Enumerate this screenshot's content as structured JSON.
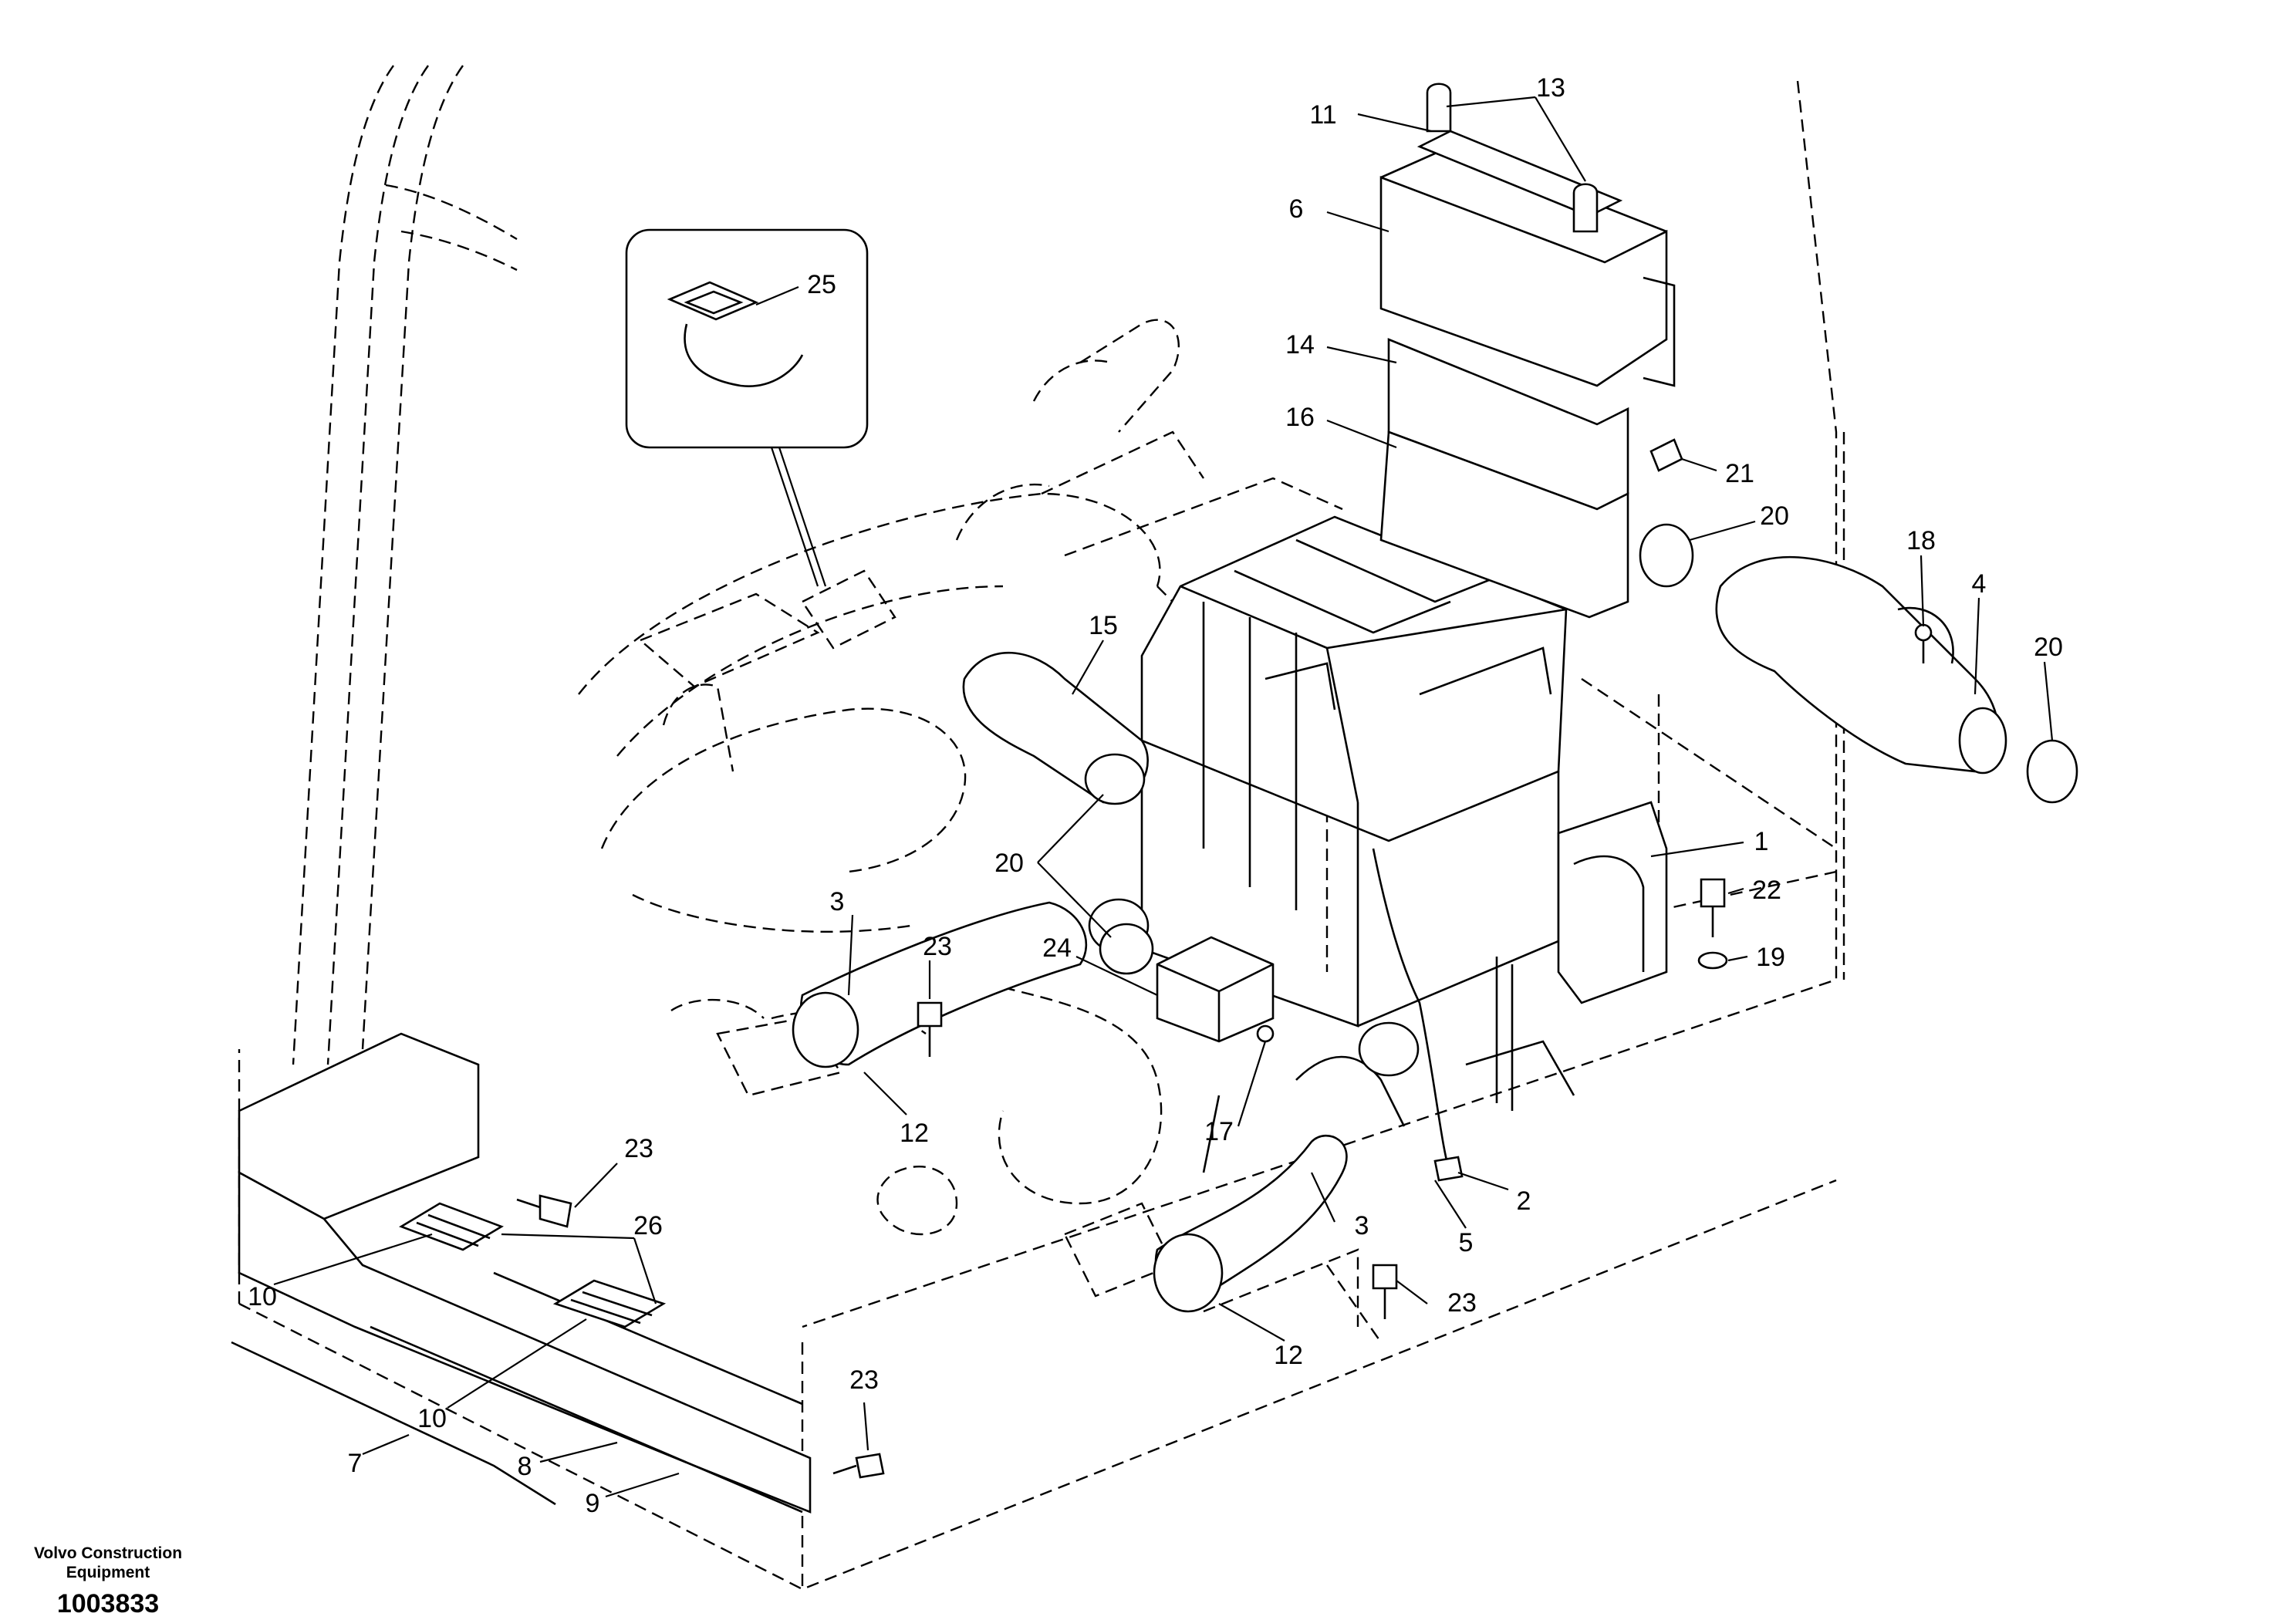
{
  "diagram": {
    "part_numbers": [
      "1",
      "2",
      "3",
      "4",
      "5",
      "6",
      "7",
      "8",
      "9",
      "10",
      "11",
      "12",
      "13",
      "14",
      "15",
      "16",
      "17",
      "18",
      "19",
      "20",
      "21",
      "22",
      "23",
      "24",
      "25",
      "26"
    ],
    "callouts": [
      {
        "id": "c1",
        "text": "1"
      },
      {
        "id": "c2",
        "text": "2"
      },
      {
        "id": "c3a",
        "text": "3"
      },
      {
        "id": "c3b",
        "text": "3"
      },
      {
        "id": "c4",
        "text": "4"
      },
      {
        "id": "c5",
        "text": "5"
      },
      {
        "id": "c6",
        "text": "6"
      },
      {
        "id": "c7",
        "text": "7"
      },
      {
        "id": "c8",
        "text": "8"
      },
      {
        "id": "c9",
        "text": "9"
      },
      {
        "id": "c10a",
        "text": "10"
      },
      {
        "id": "c10b",
        "text": "10"
      },
      {
        "id": "c11",
        "text": "11"
      },
      {
        "id": "c12a",
        "text": "12"
      },
      {
        "id": "c12b",
        "text": "12"
      },
      {
        "id": "c13",
        "text": "13"
      },
      {
        "id": "c14",
        "text": "14"
      },
      {
        "id": "c15",
        "text": "15"
      },
      {
        "id": "c16",
        "text": "16"
      },
      {
        "id": "c17",
        "text": "17"
      },
      {
        "id": "c18",
        "text": "18"
      },
      {
        "id": "c19",
        "text": "19"
      },
      {
        "id": "c20a",
        "text": "20"
      },
      {
        "id": "c20b",
        "text": "20"
      },
      {
        "id": "c20c",
        "text": "20"
      },
      {
        "id": "c21",
        "text": "21"
      },
      {
        "id": "c22",
        "text": "22"
      },
      {
        "id": "c23a",
        "text": "23"
      },
      {
        "id": "c23b",
        "text": "23"
      },
      {
        "id": "c23c",
        "text": "23"
      },
      {
        "id": "c23d",
        "text": "23"
      },
      {
        "id": "c24",
        "text": "24"
      },
      {
        "id": "c25",
        "text": "25"
      },
      {
        "id": "c26",
        "text": "26"
      }
    ]
  },
  "footer": {
    "brand_line1": "Volvo Construction",
    "brand_line2": "Equipment",
    "drawing_number": "1003833"
  }
}
